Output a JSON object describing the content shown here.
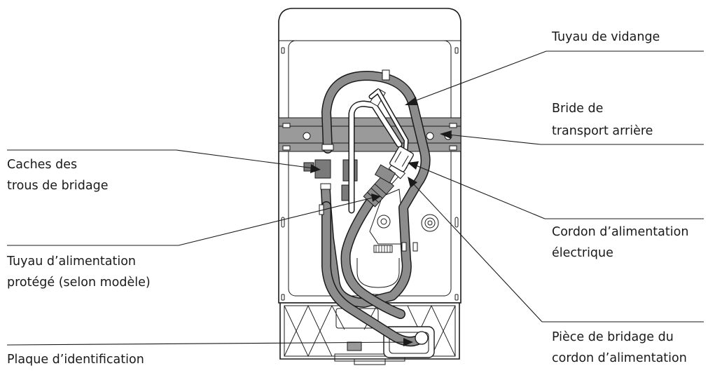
{
  "labels": {
    "drain_hose": "Tuyau de vidange",
    "rear_transport_bracket_line1": "Bride de",
    "rear_transport_bracket_line2": "transport arrière",
    "bracket_hole_covers_line1": "Caches des",
    "bracket_hole_covers_line2": "trous de bridage",
    "power_cord_line1": "Cordon d’alimentation",
    "power_cord_line2": "électrique",
    "inlet_hose_line1": "Tuyau d’alimentation",
    "inlet_hose_line2": "protégé (selon modèle)",
    "cord_clamp_line1": "Pièce de bridage du",
    "cord_clamp_line2": "cordon d’alimentation",
    "rating_plate": "Plaque d’identification"
  },
  "colors": {
    "line": "#1a1a1a",
    "hose": "#8c8c8c",
    "bracket": "#9a9a9a"
  }
}
